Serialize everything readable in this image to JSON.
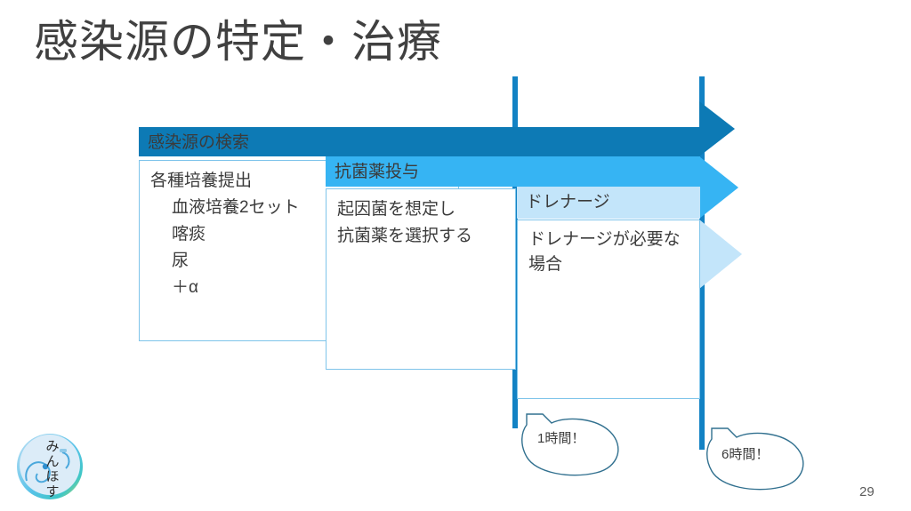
{
  "slide": {
    "title": "感染源の特定・治療",
    "page_number": "29"
  },
  "colors": {
    "header_dark": "#0d7ab5",
    "header_mid": "#36b4f3",
    "header_light": "#c3e5fa",
    "rule_blue": "#1282c4",
    "card_border": "#7ec4ea",
    "text_dark": "#3b3b3b",
    "title_text": "#404040"
  },
  "cards": [
    {
      "id": "card-1",
      "header": "感染源の検索",
      "header_color": "#0d7ab5",
      "lines": [
        {
          "text": "各種培養提出",
          "indent": false
        },
        {
          "text": "血液培養2セット",
          "indent": true
        },
        {
          "text": "喀痰",
          "indent": true
        },
        {
          "text": "尿",
          "indent": true
        },
        {
          "text": "＋α",
          "indent": true
        }
      ]
    },
    {
      "id": "card-2",
      "header": "抗菌薬投与",
      "header_color": "#36b4f3",
      "lines": [
        {
          "text": "起因菌を想定し",
          "indent": false
        },
        {
          "text": "抗菌薬を選択する",
          "indent": false
        }
      ]
    },
    {
      "id": "card-3",
      "header": "ドレナージ",
      "header_color": "#c3e5fa",
      "body_text": "ドレナージが必要な場合"
    }
  ],
  "chevrons": [
    {
      "name": "chevron-dark",
      "color": "#0d7ab5"
    },
    {
      "name": "chevron-mid",
      "color": "#36b4f3"
    },
    {
      "name": "chevron-light",
      "color": "#c3e5fa"
    }
  ],
  "callouts": [
    {
      "id": "callout-1-hour",
      "text": "1時間！"
    },
    {
      "id": "callout-6-hour",
      "text": "6時間！"
    }
  ],
  "logo": {
    "name": "minhos-logo",
    "characters": "みんほす",
    "char_lines": [
      "み",
      "ん",
      "ほ",
      "す"
    ]
  }
}
